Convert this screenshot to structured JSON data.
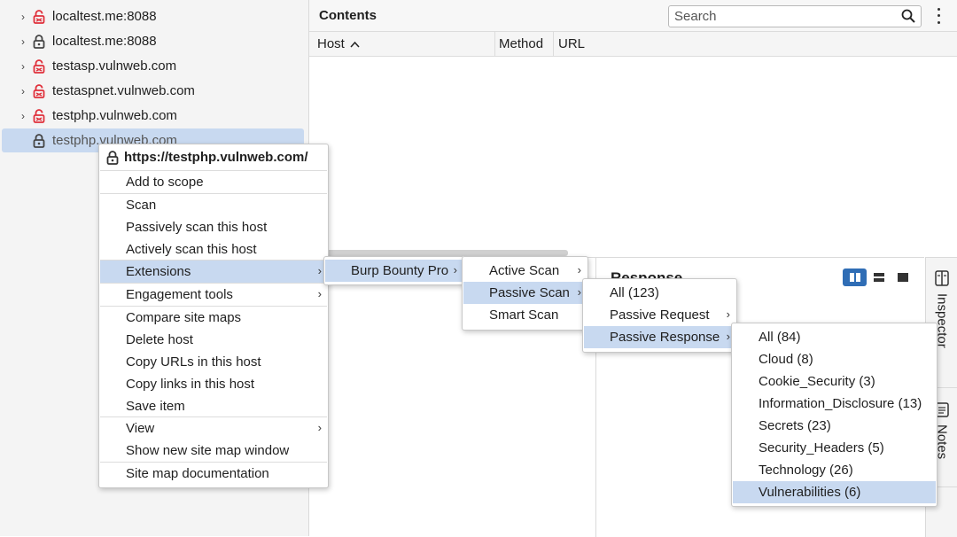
{
  "site_tree": {
    "items": [
      {
        "host": "localtest.me:8088",
        "lock": "red"
      },
      {
        "host": "localtest.me:8088",
        "lock": "grey"
      },
      {
        "host": "testasp.vulnweb.com",
        "lock": "red"
      },
      {
        "host": "testaspnet.vulnweb.com",
        "lock": "red"
      },
      {
        "host": "testphp.vulnweb.com",
        "lock": "red"
      },
      {
        "host": "testphp.vulnweb.com",
        "lock": "grey",
        "selected": true
      }
    ]
  },
  "contents": {
    "title": "Contents",
    "search_placeholder": "Search",
    "columns": [
      "Host",
      "Method",
      "URL"
    ],
    "sort_column": "Host",
    "sort_direction": "ascending"
  },
  "response": {
    "title": "Response",
    "view_modes": [
      "split-vertical",
      "split-horizontal",
      "single"
    ],
    "active_view": "split-vertical"
  },
  "side_tabs": [
    "Inspector",
    "Notes"
  ],
  "context_menu": {
    "title": "https://testphp.vulnweb.com/",
    "items": [
      "Add to scope",
      "Scan",
      "Passively scan this host",
      "Actively scan this host",
      "Extensions",
      "Engagement tools",
      "Compare site maps",
      "Delete host",
      "Copy URLs in this host",
      "Copy links in this host",
      "Save item",
      "View",
      "Show new site map window",
      "Site map documentation"
    ]
  },
  "extensions_menu": {
    "items": [
      "Burp Bounty Pro"
    ]
  },
  "burp_bounty_menu": {
    "items": [
      "Active Scan",
      "Passive Scan",
      "Smart Scan"
    ]
  },
  "passive_scan_menu": {
    "items": [
      "All (123)",
      "Passive Request",
      "Passive Response"
    ]
  },
  "passive_response_menu": {
    "items": [
      "All (84)",
      "Cloud (8)",
      "Cookie_Security (3)",
      "Information_Disclosure (13)",
      "Secrets (23)",
      "Security_Headers (5)",
      "Technology (26)",
      "Vulnerabilities (6)"
    ]
  },
  "colors": {
    "highlight": "#c8d9f0",
    "lock_red": "#e0303b",
    "lock_grey": "#444444",
    "accent_blue": "#2f6db5"
  }
}
